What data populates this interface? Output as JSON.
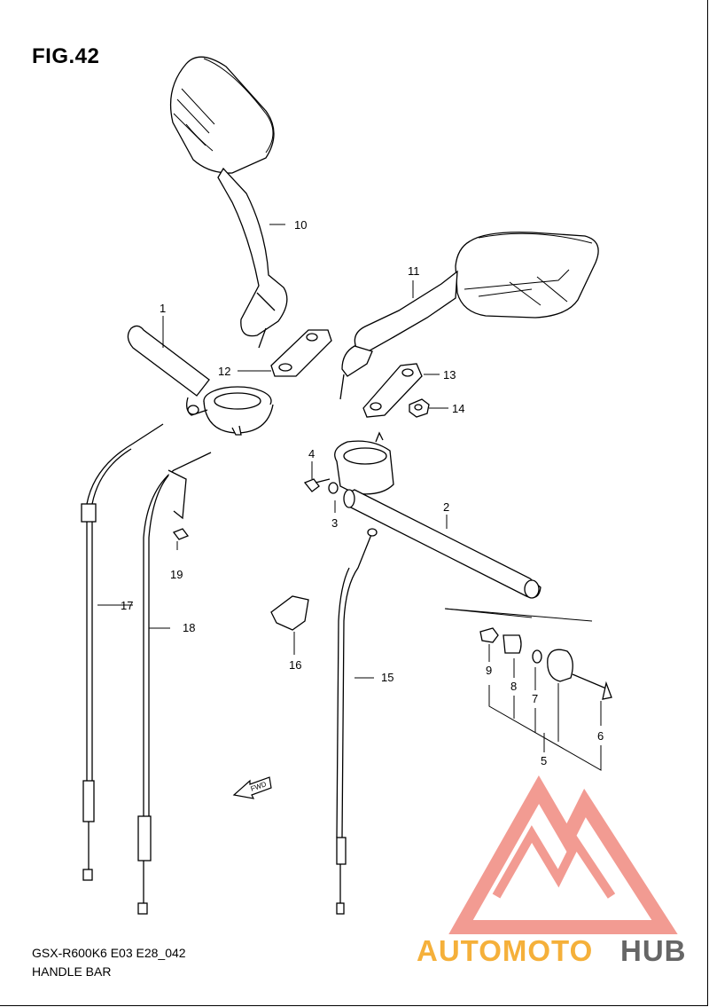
{
  "figure": {
    "title": "FIG.42"
  },
  "footer": {
    "model_code": "GSX-R600K6 E03 E28_042",
    "section_title": "HANDLE BAR"
  },
  "fwd_label": "FWD",
  "callouts": [
    "1",
    "2",
    "3",
    "4",
    "5",
    "6",
    "7",
    "8",
    "9",
    "10",
    "11",
    "12",
    "13",
    "14",
    "15",
    "16",
    "17",
    "18",
    "19"
  ],
  "watermark": {
    "part1": "AUTOMOTO",
    "part2": "HUB",
    "color_primary": "#f08a80",
    "color_secondary": "#f5b03a",
    "color_tertiary": "#666666"
  }
}
